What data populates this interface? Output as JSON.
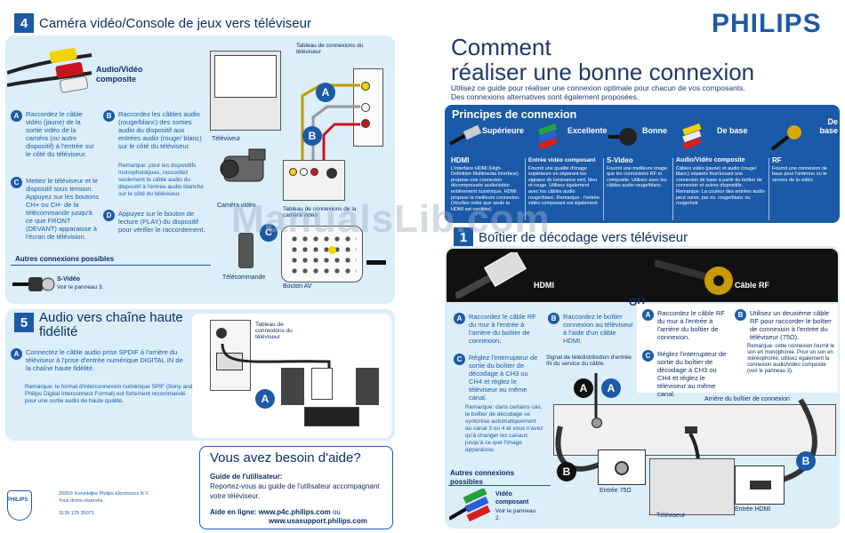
{
  "brand": {
    "name": "PHILIPS",
    "color": "#1c5aa8"
  },
  "watermark": "ManualsLib.com",
  "right_title": {
    "line1": "Comment",
    "line2": "réaliser une bonne connexion",
    "sub1": "Utilisez ce guide pour réaliser une connexion optimale pour chacun de vos composants.",
    "sub2": "Des connexions alternatives sont également proposées."
  },
  "principes": {
    "title": "Principes de connexion",
    "levels": [
      "Supérieure",
      "Excellente",
      "Bonne",
      "De base",
      "De base"
    ],
    "columns": [
      {
        "heading": "HDMI",
        "text": "L'interface HDMI (High-Definition Multimedia Interface) propose une connexion décompressée audio/vidéo entièrement numérique. HDMI propose la meilleure connexion. (Veuillez noter que seule la HDMI est certifiée)"
      },
      {
        "heading": "Entrée vidéo composant",
        "text": "Fournit une qualité d'image supérieure en séparant les signaux de luminance vert, bleu et rouge. Utilisez également avec les câbles audio rouge/blanc. Remarque : l'entrée vidéo composant est également"
      },
      {
        "heading": "S-Video",
        "text": "Fournit une meilleure image que les connexions RF et composite. Utilisez avec les câbles audio rouge/blanc."
      },
      {
        "heading": "Audio/Vidéo composite",
        "text": "Câbles vidéo (jaune) et audio (rouge/ blanc) séparés fournissant une connexion de base à partir du boîtier de connexion et autres dispositifs. Remarque: La couleur des entrées audio peut varier, par ex. rouge/blanc ou rouge/noir."
      },
      {
        "heading": "RF",
        "text": "Fournit une connexion de base pour l'antenne ou le service de la vidéo."
      }
    ]
  },
  "section4": {
    "number": "4",
    "title": "Caméra vidéo/Console de jeux vers téléviseur",
    "connector_label": "Audio/Vidéo composite",
    "tableau": "Tableau de connexions du téléviseur",
    "tv_label": "Téléviseur",
    "camera_label": "Caméra vidéo",
    "tableau2": "Tableau de connexions de la caméra vidéo",
    "remote_label": "Télécommande",
    "bouton_av": "Bouton AV",
    "stepA": "Raccordez le câble vidéo (jaune) de la sortie vidéo de la caméra (ou autre dispositif) à l'entrée sur le côté du téléviseur.",
    "stepB": "Raccordez les câbles audio (rouge/blanc) des sorties audio du dispositif aux entrées audio (rouge/ blanc) sur le côté du téléviseur.",
    "remarkB": "Remarque: pour les dispositifs monophoniques, raccordez seulement le câble audio du dispositif à l'entrée audio blanche sur le côté du téléviseur.",
    "stepC": "Mettez le téléviseur et le dispositif sous tension. Appuyez sur les boutons CH+ ou CH- de la télécommande jusqu'à ce que FRONT (DEVANT) apparaisse à l'écran de télévision.",
    "stepD": "Appuyez sur le bouton de lecture (PLAY) du dispositif pour vérifier le raccordement.",
    "autres": "Autres connexions possibles",
    "svideo": "S-Vidéo",
    "svideo_ref": "Voir le panneau 3."
  },
  "section5": {
    "number": "5",
    "title1": "Audio vers chaîne haute",
    "title2": "fidélité",
    "stepA": "Connectez le câble audio prise SPDIF à l'arrière du téléviseur à l'prise d'entrée numérique DIGITAL IN de la chaîne haute fidélité.",
    "remark": "Remarque: le format d'interconnexion numérique SPIF (Sony and Philips Digital Interconnect Format) est fortement recommandé pour une sortie audio de haute qualité.",
    "tableau": "Tableau de connexions du téléviseur"
  },
  "help": {
    "title": "Vous avez besoin d'aide?",
    "guide_label": "Guide de l'utilisateur:",
    "guide_text": "Reportez-vous au guide de l'utilisateur accompagnant votre téléviseur.",
    "online_label": "Aide en ligne:",
    "url1": "www.p4c.philips.com",
    "or": "ou",
    "url2": "www.usasupport.philips.com"
  },
  "footer": {
    "copyright": "2005© Koninklijke Philips Electronics N.V.",
    "rights": "Tous droits réservés.",
    "code": "3139 125 35071"
  },
  "section1": {
    "number": "1",
    "title": "Boîtier de décodage vers téléviseur",
    "hdmi": "HDMI",
    "cable_rf": "Câble RF",
    "ou": "OU",
    "hdmiA": "Raccordez le câble RF du mur à l'entrée à l'arrière du boîtier de connexion.",
    "hdmiB": "Raccordez le boîtier connexion au téléviseur à l'aide d'un câble HDMI.",
    "hdmiC": "Réglez l'interrupteur de sortie du boîtier de décodage à CH3 ou CH4 et réglez le téléviseur au même canal.",
    "hdmiRemark": "Remarque: dans certains cas, le boîtier de décodage se syntonise automatiquement au canal 3 ou 4 et vous n'avez qu'à changer les canaux jusqu'à ce que l'image apparaisse.",
    "rfA": "Raccordez le câble RF du mur à l'entrée à l'arrière du boîtier de connexion.",
    "rfB": "Utilisez un deuxième câble RF pour raccorder le boîtier de connexion à l'entrée du téléviseur (75Ω).",
    "rfBremark": "Remarque: cette connexion fournit le son en monophonie. Pour un son en stéréophonie, utilisez également la connexion audio/vidéo composite (voir le panneau 3).",
    "rfC": "Réglez l'interrupteur de sortie du boîtier de décodage à CH3 ou CH4 et réglez le téléviseur au même canal.",
    "signal": "Signal de télédistribution d'entrée IN du service du câble.",
    "arriere": "Arrière du boîtier de connexion",
    "entree75": "Entrée 75Ω",
    "entree_hdmi": "Entrée HDMI",
    "tv_label": "Téléviseur",
    "autres": "Autres connexions possibles",
    "video_comp": "Vidéo composant",
    "voir": "Voir le panneau 2."
  }
}
